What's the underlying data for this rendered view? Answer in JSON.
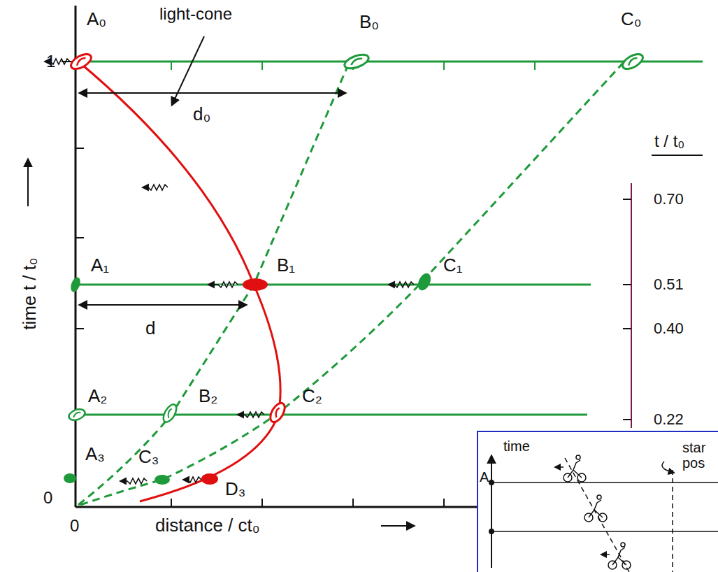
{
  "diagram": {
    "labels": [
      "light-cone",
      "A₀",
      "B₀",
      "C₀",
      "1",
      "d₀",
      "t / t₀",
      "0.70",
      "A₁",
      "B₁",
      "C₁",
      "0.51",
      "d",
      "0.40",
      "time t / t₀",
      "A₂",
      "B₂",
      "C₂",
      "0.22",
      "A₃",
      "C₃",
      "D₃",
      "0",
      "0",
      "distance / ct₀",
      "time",
      "A",
      "star",
      "pos"
    ]
  }
}
